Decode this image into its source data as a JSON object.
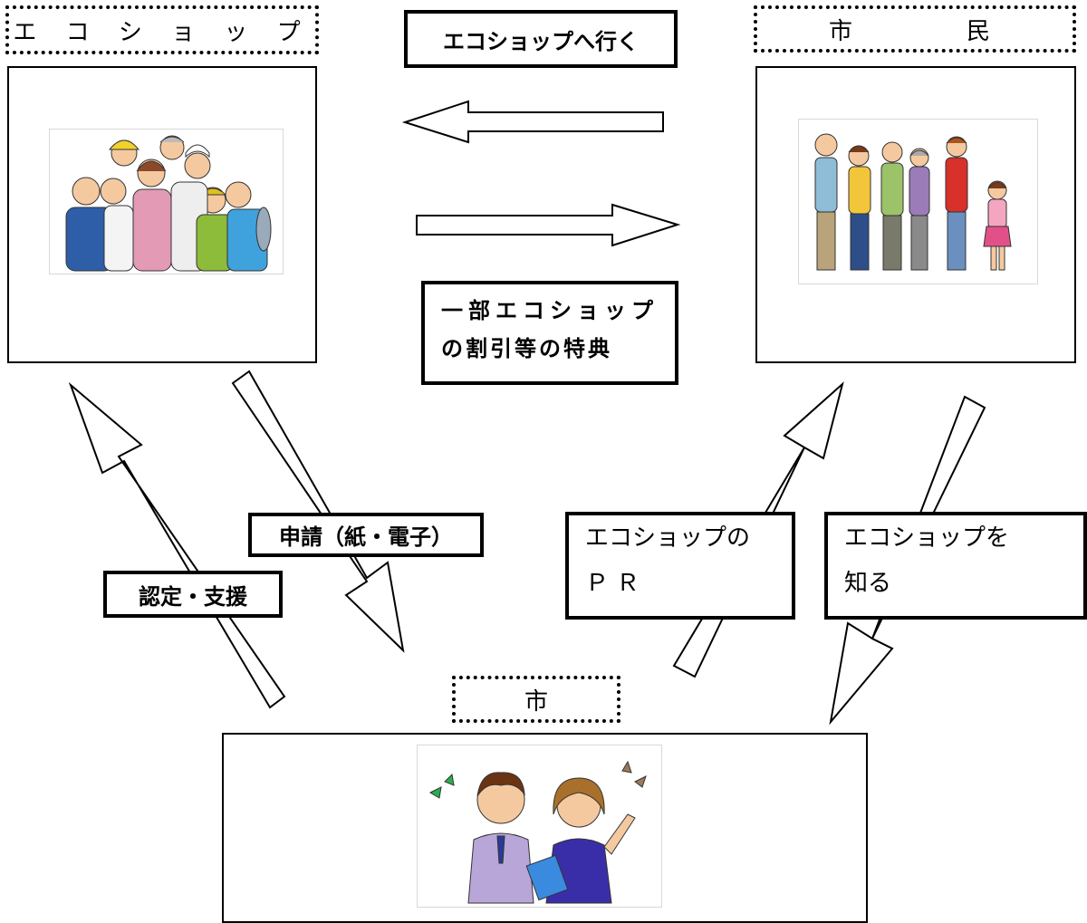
{
  "nodes": {
    "ecoshop": {
      "heading": "エ コ シ ョ ッ プ",
      "image_icon": "group-of-workers-icon"
    },
    "citizens": {
      "heading": "市　　　民",
      "image_icon": "family-icon"
    },
    "city": {
      "heading": "市",
      "image_icon": "city-staff-icon"
    }
  },
  "flows": {
    "go_to_ecoshop": "エコショップへ行く",
    "benefit_line1": "一部エコショップ",
    "benefit_line2": "の割引等の特典",
    "application": "申請（紙・電子）",
    "certification": "認定・支援",
    "pr_line1": "エコショップの",
    "pr_line2": "ＰＲ",
    "know_line1": "エコショップを",
    "know_line2": "知る"
  }
}
